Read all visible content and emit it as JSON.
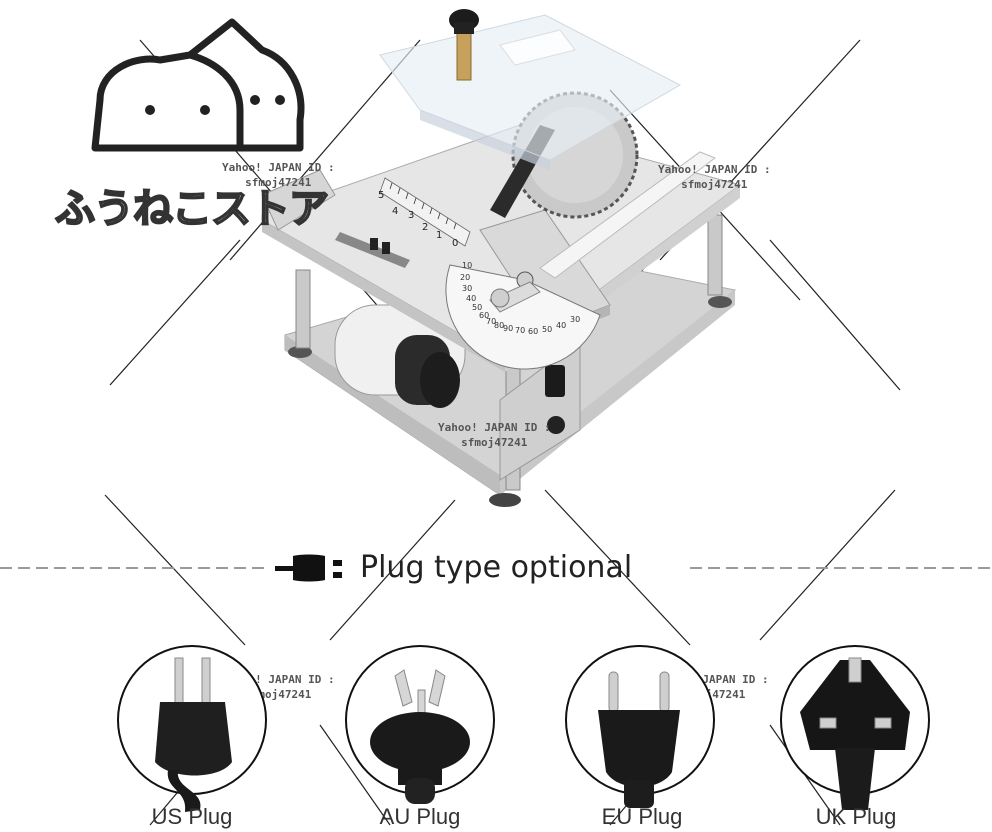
{
  "store": {
    "logo_text": "ふうねこストア"
  },
  "watermarks": [
    {
      "line1": "Yahoo! JAPAN ID :",
      "line2": "sfmoj47241"
    },
    {
      "line1": "Yahoo! JAPAN ID :",
      "line2": "sfmoj47241"
    },
    {
      "line1": "Yahoo! JAPAN ID :",
      "line2": "sfmoj47241"
    },
    {
      "line1": "Yahoo! JAPAN ID :",
      "line2": "sfmoj47241"
    },
    {
      "line1": "Yahoo! JAPAN ID :",
      "line2": "sfmoj47241"
    }
  ],
  "gauge": {
    "ruler_numbers": [
      "5",
      "4",
      "3",
      "2",
      "1",
      "0"
    ],
    "protractor_numbers": [
      "10",
      "20",
      "30",
      "40",
      "50",
      "60",
      "70",
      "80",
      "90",
      "70",
      "60",
      "50",
      "40",
      "30"
    ]
  },
  "plug_section": {
    "heading": "Plug type optional",
    "plugs": [
      {
        "label": "US Plug"
      },
      {
        "label": "AU Plug"
      },
      {
        "label": "EU Plug"
      },
      {
        "label": "UK Plug"
      }
    ]
  }
}
